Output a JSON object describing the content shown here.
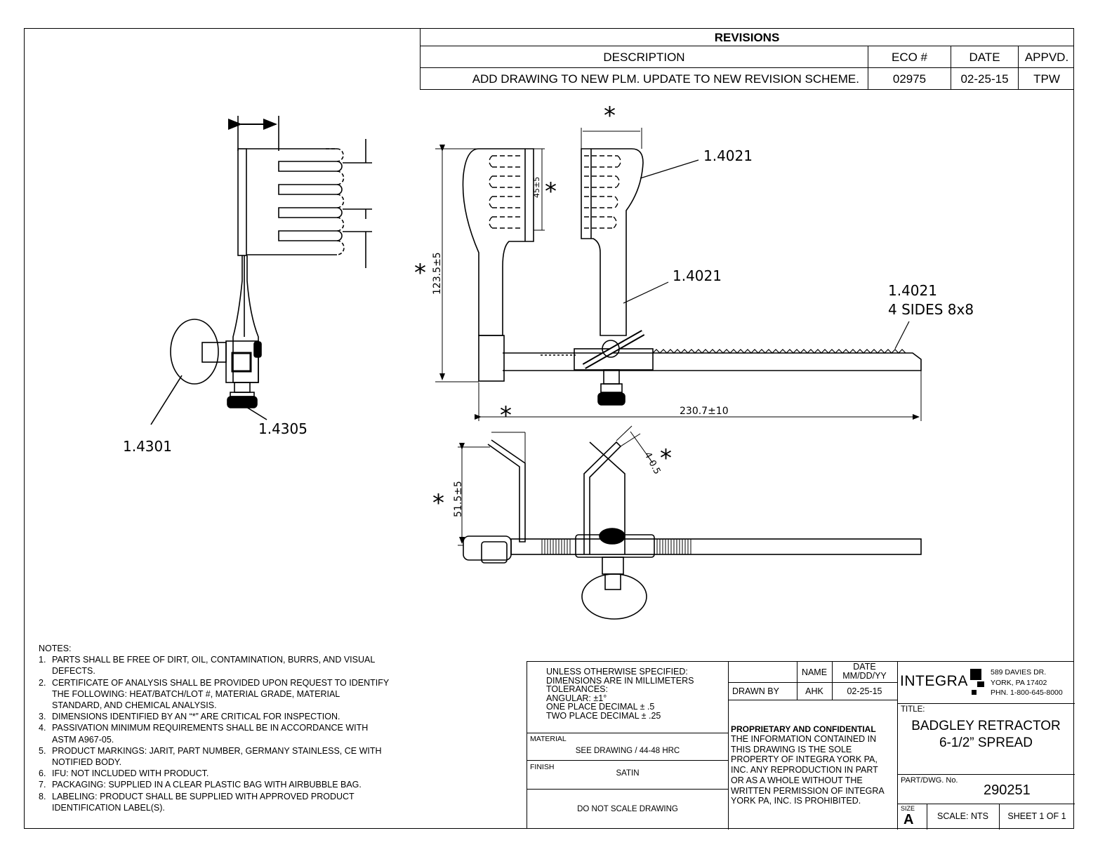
{
  "revisions": {
    "title": "REVISIONS",
    "headers": {
      "description": "DESCRIPTION",
      "eco": "ECO #",
      "date": "DATE",
      "appvd": "APPVD."
    },
    "rows": [
      {
        "description": "ADD DRAWING TO NEW PLM. UPDATE TO NEW REVISION SCHEME.",
        "eco": "02975",
        "date": "02-25-15",
        "appvd": "TPW"
      }
    ]
  },
  "callouts": {
    "material_a": "1.4021",
    "material_b": "1.4021",
    "material_c": "1.4021",
    "four_sides": "4 SIDES 8x8",
    "knob_material": "1.4305",
    "cap_material": "1.4301",
    "dim_height": "123.5±5",
    "dim_blade": "45±5",
    "dim_length": "230.7±10",
    "dim_depth": "51.5±5",
    "dim_wall": "4-0.5",
    "critical_mark": "*"
  },
  "notes": {
    "heading": "NOTES:",
    "items": [
      {
        "num": "1.",
        "text": "PARTS SHALL BE FREE OF DIRT, OIL, CONTAMINATION, BURRS, AND VISUAL DEFECTS."
      },
      {
        "num": "2.",
        "text": "CERTIFICATE OF ANALYSIS SHALL BE PROVIDED UPON REQUEST TO IDENTIFY THE FOLLOWING: HEAT/BATCH/LOT #, MATERIAL GRADE, MATERIAL STANDARD, AND CHEMICAL ANALYSIS."
      },
      {
        "num": "3.",
        "text": "DIMENSIONS IDENTIFIED BY AN “*” ARE CRITICAL FOR INSPECTION."
      },
      {
        "num": "4.",
        "text": "PASSIVATION MINIMUM REQUIREMENTS SHALL BE IN ACCORDANCE WITH ASTM A967-05."
      },
      {
        "num": "5.",
        "text": "PRODUCT MARKINGS: JARIT, PART NUMBER, GERMANY STAINLESS, CE WITH NOTIFIED BODY."
      },
      {
        "num": "6.",
        "text": "IFU: NOT INCLUDED WITH PRODUCT."
      },
      {
        "num": "7.",
        "text": "PACKAGING: SUPPLIED IN A CLEAR PLASTIC BAG WITH AIRBUBBLE BAG."
      },
      {
        "num": "8.",
        "text": "LABELING: PRODUCT SHALL BE SUPPLIED WITH APPROVED PRODUCT IDENTIFICATION LABEL(S)."
      }
    ]
  },
  "title_block": {
    "spec_lines": [
      "UNLESS OTHERWISE SPECIFIED:",
      "DIMENSIONS ARE IN MILLIMETERS",
      "TOLERANCES:",
      "ANGULAR: ±1°",
      "ONE PLACE DECIMAL ± .5",
      "TWO PLACE DECIMAL ± .25"
    ],
    "material_label": "MATERIAL",
    "material_value": "SEE DRAWING / 44-48 HRC",
    "finish_label": "FINISH",
    "finish_value": "SATIN",
    "no_scale": "DO NOT SCALE DRAWING",
    "name_header": "NAME",
    "date_header_1": "DATE",
    "date_header_2": "MM/DD/YY",
    "drawn_by_label": "DRAWN BY",
    "drawn_by_name": "AHK",
    "drawn_by_date": "02-25-15",
    "proprietary_title": "PROPRIETARY AND CONFIDENTIAL",
    "proprietary_lines": [
      "THE INFORMATION CONTAINED IN",
      "THIS DRAWING IS THE SOLE",
      "PROPERTY OF INTEGRA YORK PA,",
      "INC.  ANY REPRODUCTION IN PART",
      "OR AS A WHOLE WITHOUT THE",
      "WRITTEN PERMISSION OF INTEGRA",
      "YORK PA, INC. IS PROHIBITED."
    ],
    "company": "INTEGRA",
    "address_lines": [
      "589 DAVIES DR.",
      "YORK, PA 17402",
      "PHN. 1-800-645-8000"
    ],
    "title_label": "TITLE:",
    "title_lines": [
      "BADGLEY RETRACTOR",
      "6-1/2” SPREAD"
    ],
    "part_label": "PART/DWG. No.",
    "part_number": "290251",
    "size_label": "SIZE",
    "size_value": "A",
    "scale": "SCALE: NTS",
    "sheet": "SHEET 1 OF 1"
  }
}
